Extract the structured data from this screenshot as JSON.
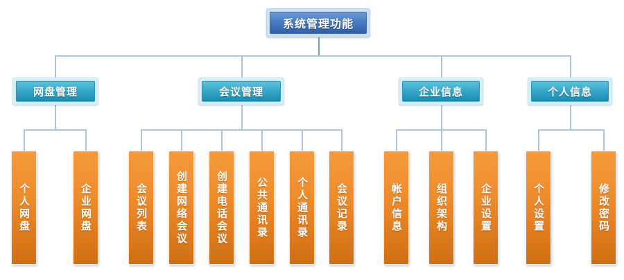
{
  "chart_data": {
    "type": "diagram",
    "title": "系统管理功能",
    "layout": "top-down org chart / tree",
    "levels": 3,
    "colors": {
      "root": "#2f5fa6",
      "level2": "#1b8cb0",
      "leaf": "#ef8c2b",
      "connector": "#a8c4e0",
      "background": "#ffffff"
    }
  },
  "root": {
    "label": "系统管理功能"
  },
  "branches": [
    {
      "label": "网盘管理",
      "children": [
        {
          "label": "个人网盘"
        },
        {
          "label": "企业网盘"
        }
      ]
    },
    {
      "label": "会议管理",
      "children": [
        {
          "label": "会议列表"
        },
        {
          "label": "创建网络会议"
        },
        {
          "label": "创建电话会议"
        },
        {
          "label": "公共通讯录"
        },
        {
          "label": "个人通讯录"
        },
        {
          "label": "会议记录"
        }
      ]
    },
    {
      "label": "企业信息",
      "children": [
        {
          "label": "帐户信息"
        },
        {
          "label": "组织架构"
        },
        {
          "label": "企业设置"
        }
      ]
    },
    {
      "label": "个人信息",
      "children": [
        {
          "label": "个人设置"
        },
        {
          "label": "修改密码"
        }
      ]
    }
  ]
}
